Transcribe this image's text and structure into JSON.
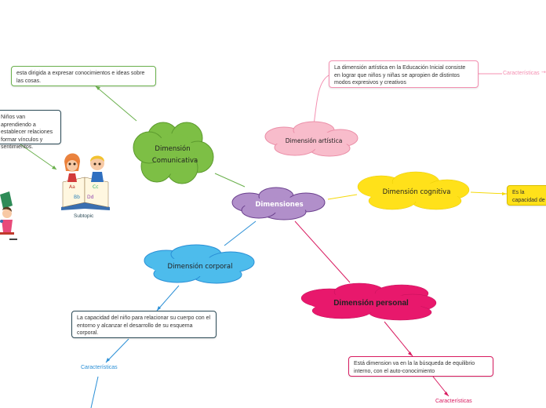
{
  "nodes": {
    "center": {
      "label": "Dimensiones",
      "color": "#b18fca"
    },
    "comunicativa": {
      "line1": "Dimensión",
      "line2": "Comunicativa",
      "color": "#7dbf45"
    },
    "artistica": {
      "label": "Dimensión artística",
      "color": "#f8bccb"
    },
    "cognitiva": {
      "label": "Dimensión cognitiva",
      "color": "#ffe11a"
    },
    "corporal": {
      "label": "Dimensión corporal",
      "color": "#4dbcec"
    },
    "personal": {
      "label": "Dimensión personal",
      "color": "#e8186c"
    }
  },
  "descriptions": {
    "comunicativa_main": "esta dirigida a expresar conocimientos e ideas sobre las cosas.",
    "comunicativa_second": "Niños van aprendiendo a establecer relaciones formar vínculos y sentimientos.",
    "artistica": "La dimensión artística en la Educación Inicial consiste en lograr que niños y niñas se apropien de distintos modos expresivos y creativos",
    "cognitiva": "Es la capacidad de relacionarse,",
    "corporal": "La capacidad del niño para relacionar su cuerpo con el entorno y alcanzar el desarrollo de su esquema corporal.",
    "personal": "Está dimension va en la la búsqueda de equilibrio interno, con el auto-conocimiento"
  },
  "labels": {
    "artistica_caracteristicas": "Características",
    "corporal_caracteristicas": "Características",
    "personal_caracteristicas": "Características",
    "image_caption": "Subtopic"
  },
  "colors": {
    "comunicativa_line": "#6ab04c",
    "artistica_line": "#f48fb1",
    "cognitiva_line": "#f5d90a",
    "corporal_line": "#2a8fd6",
    "personal_line": "#d81b60"
  }
}
